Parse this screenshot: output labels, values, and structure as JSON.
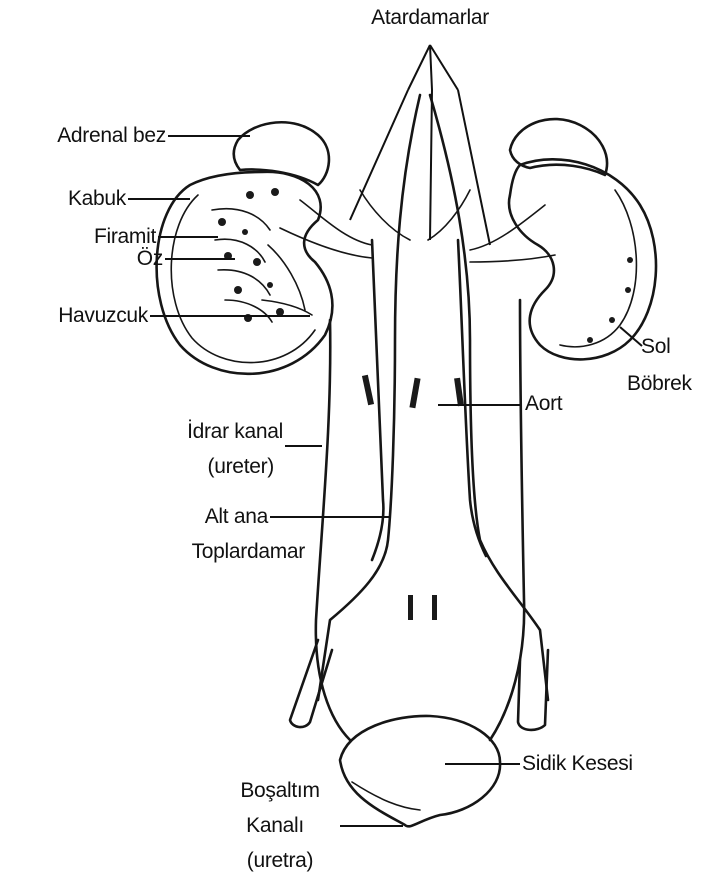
{
  "diagram": {
    "labels": {
      "arteries": "Atardamarlar",
      "adrenal_gland": "Adrenal bez",
      "cortex": "Kabuk",
      "pyramid": "Firamit",
      "medulla": "Öz",
      "pelvis": "Havuzcuk",
      "left_kidney_line1": "Sol",
      "left_kidney_line2": "Böbrek",
      "aorta": "Aort",
      "ureter_line1": "İdrar kanal",
      "ureter_line2": "(ureter)",
      "vena_cava_line1": "Alt ana",
      "vena_cava_line2": "Toplardamar",
      "bladder": "Sidik Kesesi",
      "urethra_line1": "Boşaltım",
      "urethra_line2": "Kanalı",
      "urethra_line3": "(uretra)"
    }
  }
}
